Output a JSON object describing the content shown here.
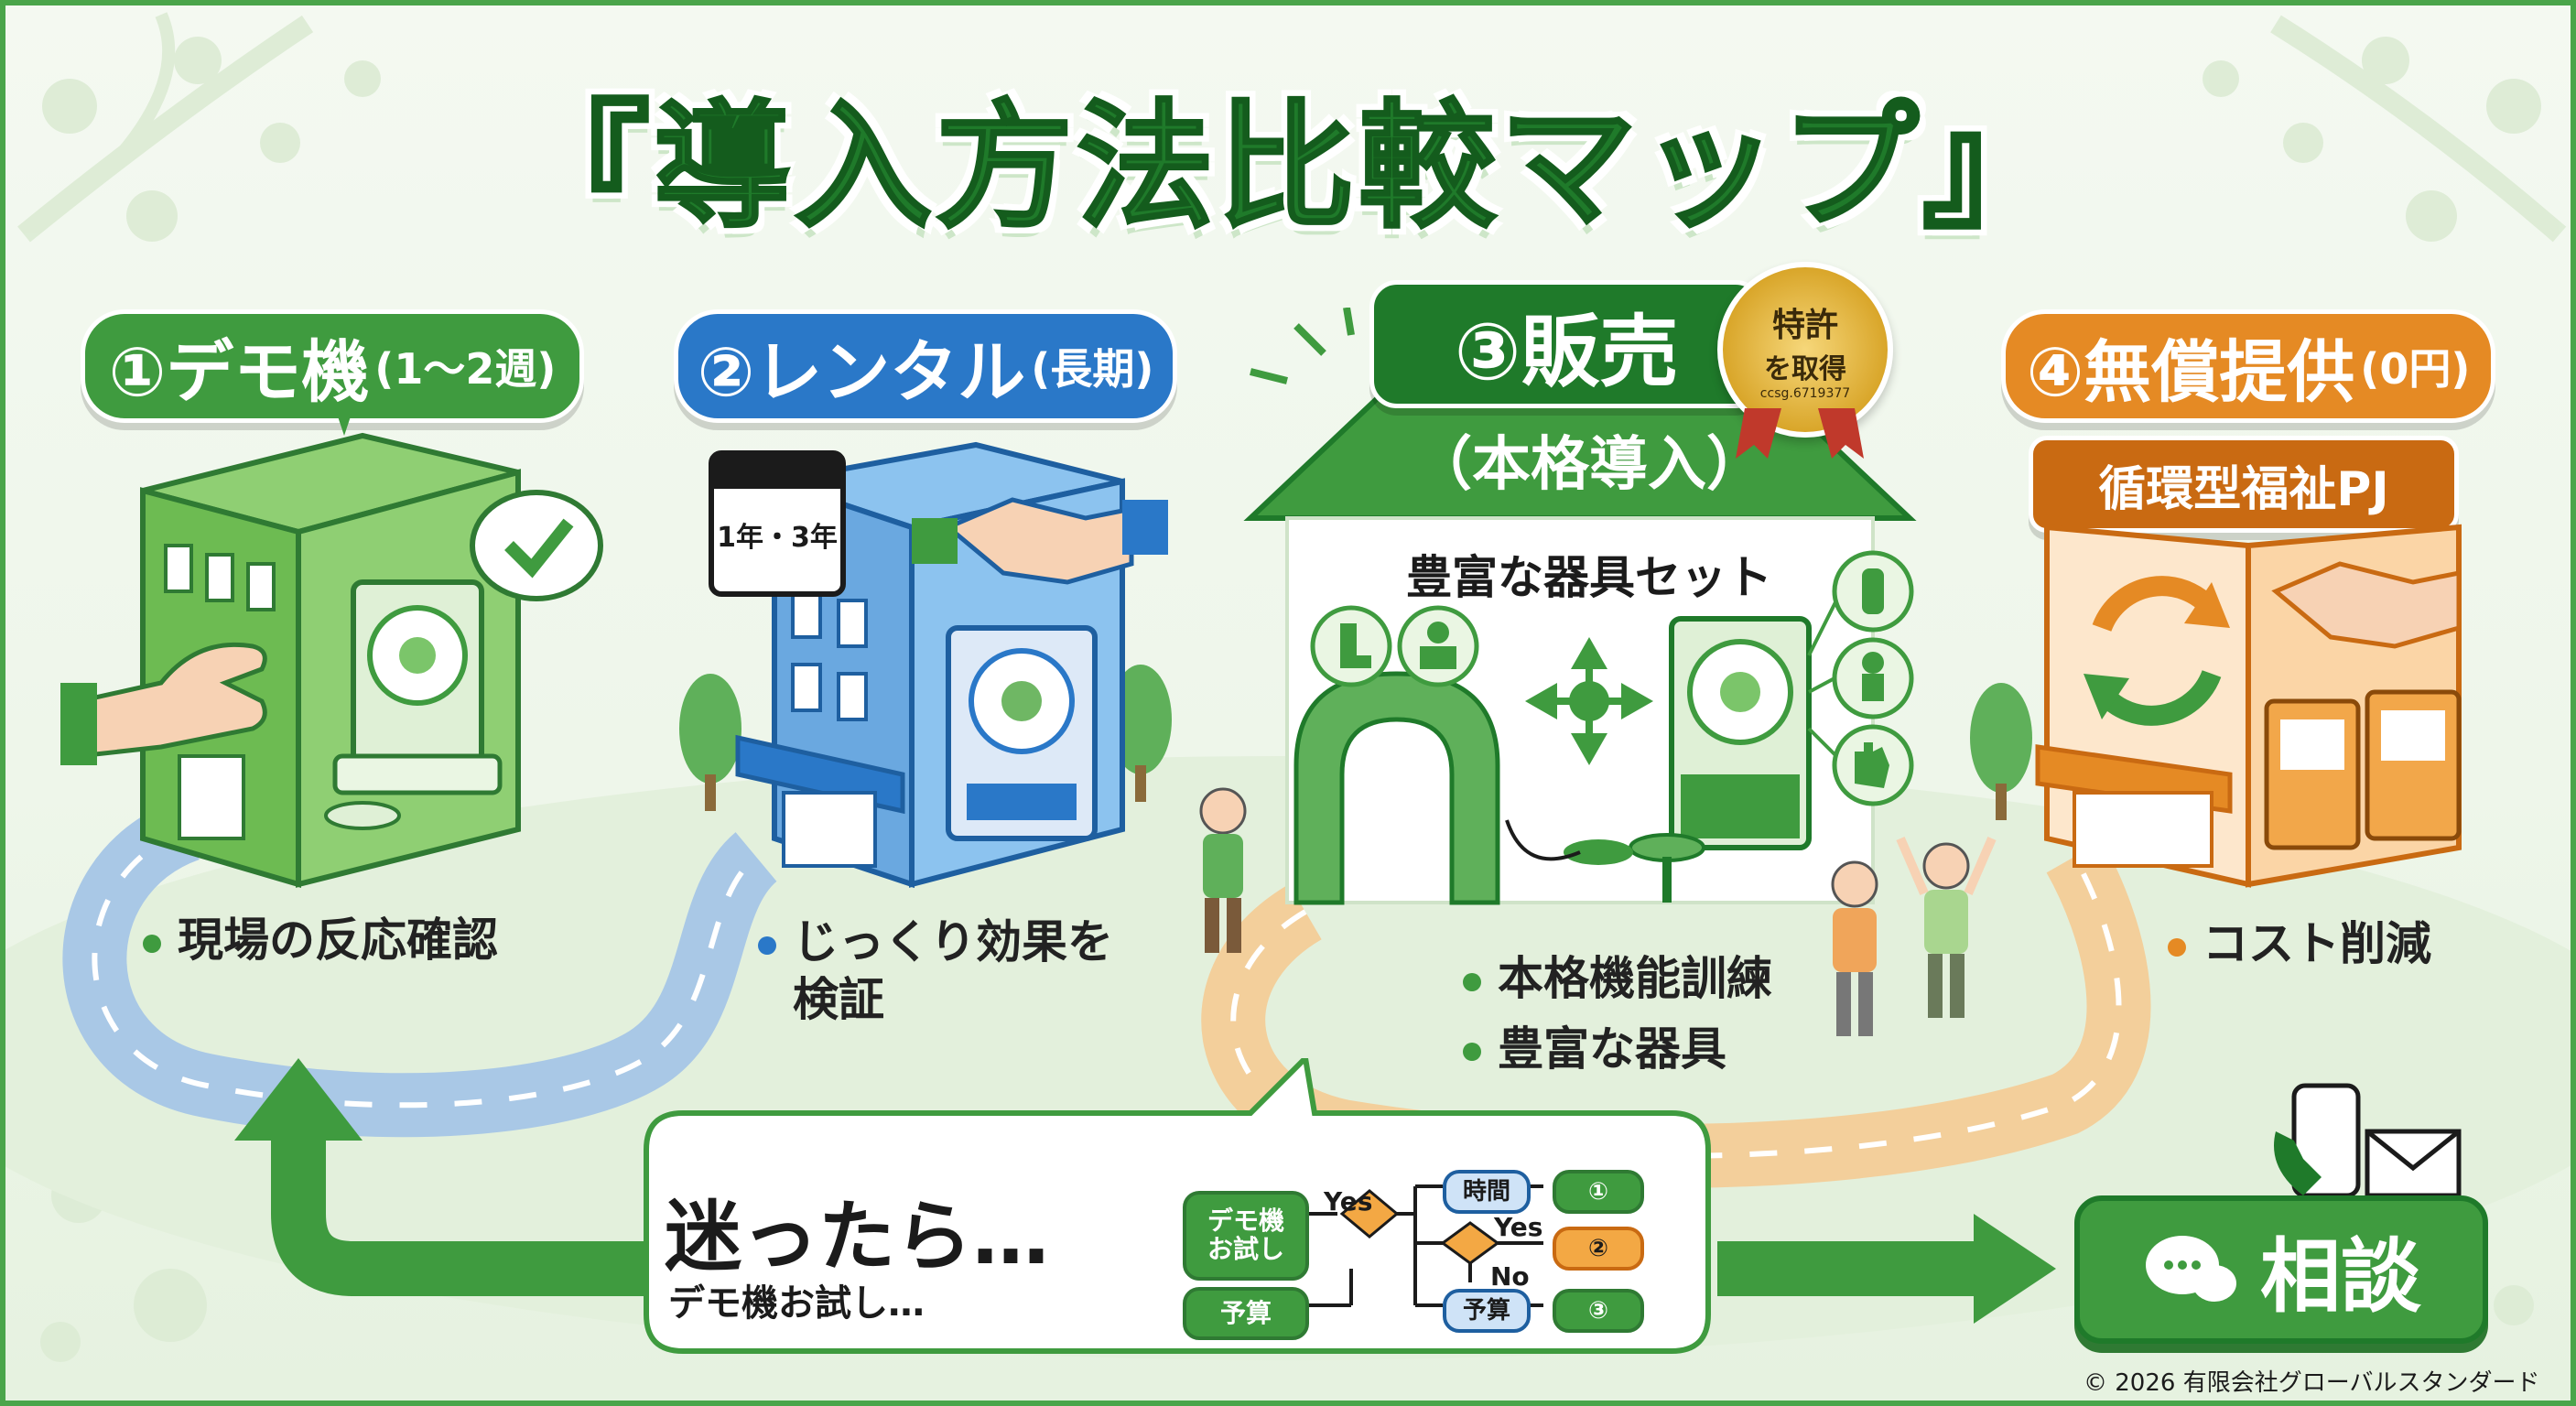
{
  "title": "『導入方法比較マップ』",
  "stage1": {
    "label": "①デモ機",
    "sub": "(1～2週)",
    "bullets": [
      "現場の反応確認"
    ]
  },
  "stage2": {
    "label": "②レンタル",
    "sub": "(長期)",
    "calendar": "1年・3年",
    "bullets": [
      "じっくり効果を",
      "検証"
    ]
  },
  "stage3": {
    "label": "③販売",
    "sub": "（本格導入）",
    "seal": {
      "line1": "特許",
      "line2": "を取得",
      "code": "ccsg.6719377"
    },
    "equipment_heading": "豊富な器具セット",
    "bullets": [
      "本格機能訓練",
      "豊富な器具"
    ]
  },
  "stage4": {
    "label": "④無償提供",
    "sub": "(0円)",
    "program": "循環型福祉PJ",
    "bullets": [
      "コスト削減"
    ]
  },
  "decision": {
    "heading": "迷ったら…",
    "subheading": "デモ機お試し…",
    "flow": {
      "start": "デモ機\nお試し",
      "budget": "予算",
      "time": "時間",
      "budget2": "予算",
      "yes1": "Yes",
      "yes2": "Yes",
      "no": "No",
      "out1": "①",
      "out2": "②",
      "out3": "③"
    }
  },
  "consult": {
    "label": "相談"
  },
  "copyright": "© 2026 有限会社グローバルスタンダード",
  "colors": {
    "green": "#3f9b3f",
    "dark_green": "#1f7a2a",
    "blue": "#2a78c8",
    "orange": "#e58a24",
    "gold": "#d9a62a"
  }
}
